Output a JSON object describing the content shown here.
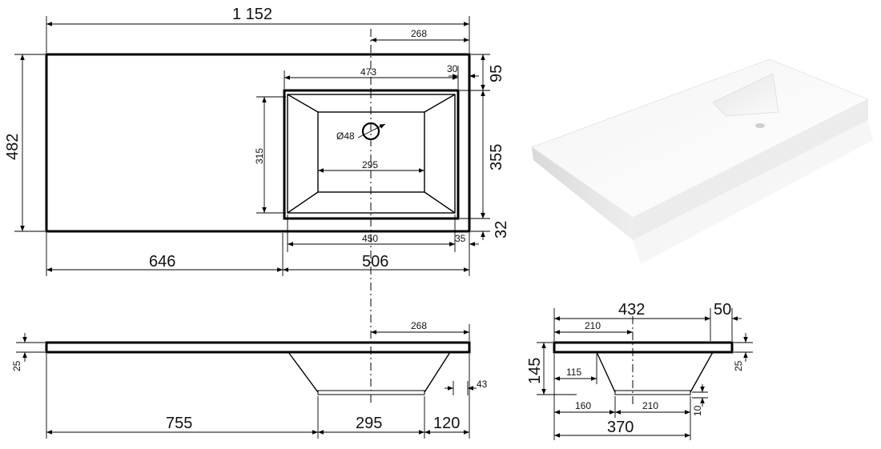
{
  "top_view": {
    "overall_width": "1 152",
    "offset_268": "268",
    "basin_outer_width": "473",
    "basin_rim_right": "30",
    "top_margin": "95",
    "overall_depth": "482",
    "basin_inner_depth": "315",
    "drain_diameter": "Ø48",
    "basin_bottom_width": "295",
    "basin_depth_span": "355",
    "front_margin": "32",
    "basin_front_width": "450",
    "basin_front_right": "35",
    "left_section": "646",
    "right_section": "506"
  },
  "front_view": {
    "offset_268": "268",
    "slab_thickness": "25",
    "bowl_taper": "43",
    "left_to_bowl": "755",
    "bowl_bottom": "295",
    "right_to_bowl": "120"
  },
  "side_view": {
    "depth": "432",
    "back_lip": "50",
    "axis_offset": "210",
    "slab_thickness": "25",
    "total_height": "145",
    "bowl_depth_offset": "115",
    "bottom_step": "10",
    "front_to_bowl": "160",
    "bowl_bottom": "210",
    "bowl_span": "370"
  }
}
